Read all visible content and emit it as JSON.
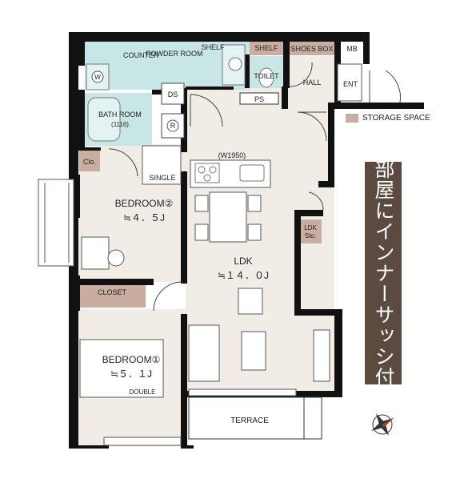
{
  "plan": {
    "rooms": {
      "counter": "COUNTER",
      "powder_room": "POWDER ROOM",
      "shelf_powder": "SHELF",
      "shelf_toilet": "SHELF",
      "toilet": "TOILET",
      "shoes_box": "SHOES BOX",
      "mb": "MB",
      "hall": "HALL",
      "ent": "ENT",
      "ds": "DS",
      "ps": "PS",
      "bath_room": "BATH ROOM",
      "bath_size": "(1116)",
      "washer_symbol": "W",
      "r_symbol": "R",
      "closet_small": "Clo.",
      "single": "SINGLE",
      "bedroom2_name": "BEDROOM②",
      "bedroom2_size": "≒４．５J",
      "kitchen_width": "(W1950)",
      "ldk_storage_1": "LDK",
      "ldk_storage_2": "Sto.",
      "ldk_name": "LDK",
      "ldk_size": "≒１４．０J",
      "closet": "CLOSET",
      "bedroom1_name": "BEDROOM①",
      "bedroom1_size": "≒５．１J",
      "double": "DOUBLE",
      "terrace": "TERRACE"
    },
    "legend": {
      "label": "STORAGE SPACE",
      "color": "#c9ada1"
    },
    "banner": {
      "text": "全部屋にインナーサッシ付き",
      "color": "#5b4a3f"
    },
    "colors": {
      "wall": "#111111",
      "floor": "#f1ede6",
      "wet_area": "#c8e6e6",
      "storage": "#c9ada1",
      "bedroom_floor": "#f1ede6"
    },
    "compass_icon": "compass-icon"
  }
}
